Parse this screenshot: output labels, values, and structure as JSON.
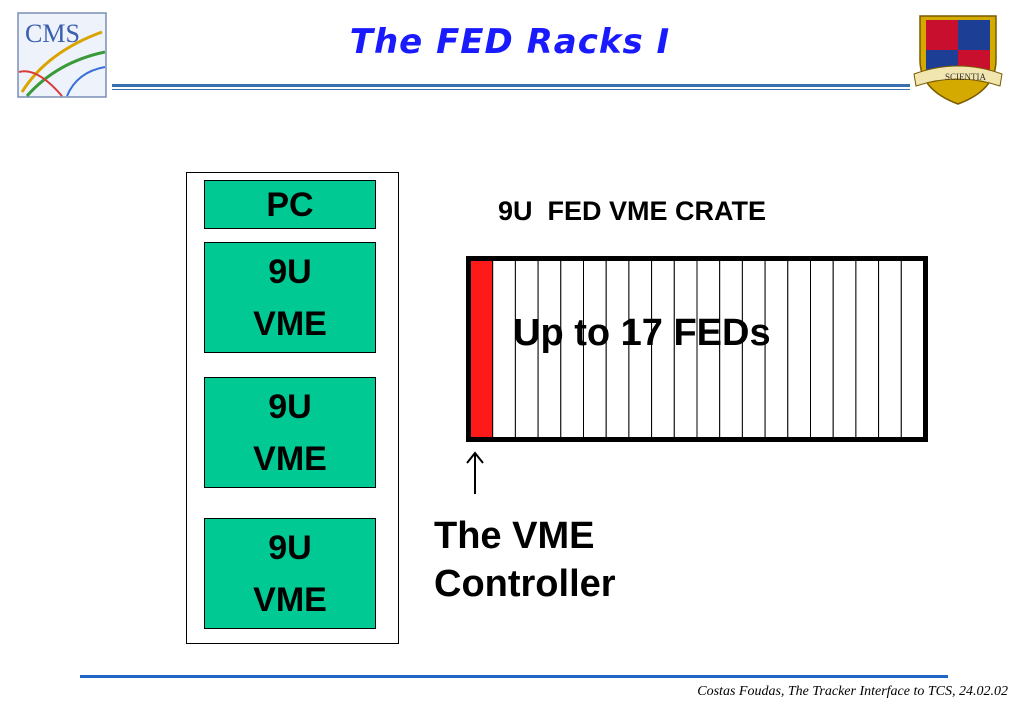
{
  "header": {
    "title": "The FED Racks I"
  },
  "logos": {
    "left": "cms-logo",
    "left_text": "CMS",
    "right": "imperial-college-crest",
    "right_text": "SCIENTIA"
  },
  "rack": {
    "pc_label": "PC",
    "vme_modules": [
      {
        "line1": "9U",
        "line2": "VME"
      },
      {
        "line1": "9U",
        "line2": "VME"
      },
      {
        "line1": "9U",
        "line2": "VME"
      }
    ],
    "module_color": "#00c993"
  },
  "crate": {
    "title": "9U  FED VME CRATE",
    "label": "Up to 17 FEDs",
    "slot_count": 20,
    "controller_color": "#ff1a1a"
  },
  "annotation": {
    "arrow": "↑",
    "line1": "The VME",
    "line2": "Controller"
  },
  "footer": {
    "text": "Costas Foudas, The Tracker Interface to TCS, 24.02.02"
  },
  "colors": {
    "title": "#1a1aff",
    "rule": "#1f66c8"
  }
}
